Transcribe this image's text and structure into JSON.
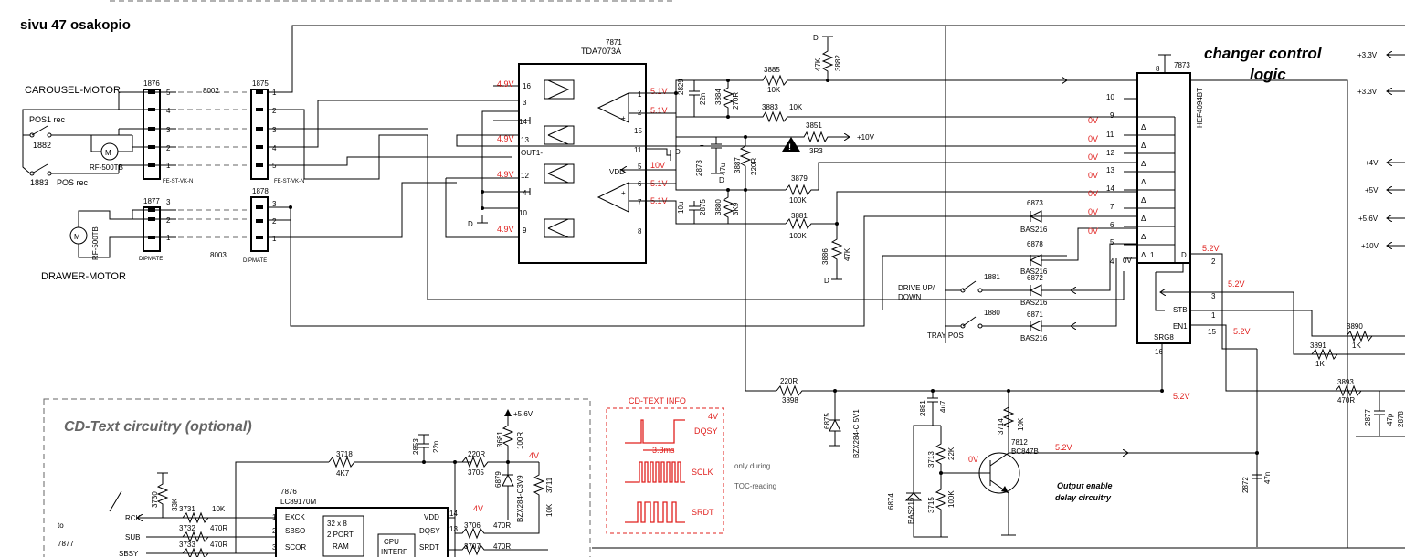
{
  "page_title": "sivu 47 osakopio",
  "labels": {
    "carousel_motor": "CAROUSEL-MOTOR",
    "drawer_motor": "DRAWER-MOTOR",
    "pos1_rec": "POS1 rec",
    "pos_rec": "POS rec",
    "changer_control": "changer control",
    "logic": "logic",
    "cd_text_circuitry": "CD-Text circuitry  (optional)",
    "drive_updown_1": "DRIVE UP/",
    "drive_updown_2": "DOWN",
    "tray_pos": "TRAY POS",
    "output_enable_1": "Output enable",
    "output_enable_2": "delay circuitry",
    "cd_text_info": "CD-TEXT INFO",
    "only_during": "only during",
    "toc_reading": "TOC-reading",
    "to": "to",
    "to_ref": "7877"
  },
  "ics": {
    "tda_ref": "7871",
    "tda_name": "TDA7073A",
    "hef_ref": "7873",
    "hef_name": "HEF4094BT",
    "srg8": "SRG8",
    "lc_ref": "7876",
    "lc_name": "LC89170M",
    "lc_ram_1": "32 x 8",
    "lc_ram_2": "2 PORT",
    "lc_ram_3": "RAM",
    "lc_cpu_1": "CPU",
    "lc_cpu_2": "INTERF",
    "transistor_ref": "7812",
    "transistor_name": "BC847B"
  },
  "tda_pins_left": [
    "16",
    "3",
    "14",
    "13",
    "12",
    "4",
    "10",
    "9"
  ],
  "tda_pins_right": [
    "1",
    "2",
    "15",
    "11",
    "5",
    "6",
    "7",
    "8"
  ],
  "tda_pin_texts": {
    "out1": "OUT1-",
    "vdd": "VDD",
    "d": "D"
  },
  "hef_pins_left": [
    "10",
    "9",
    "11",
    "12",
    "13",
    "14",
    "7",
    "6",
    "5",
    "4"
  ],
  "hef_pins_right": [
    "2",
    "3",
    "1",
    "15",
    "16",
    "8"
  ],
  "hef_pin_texts": {
    "zero_v": "0V",
    "one": "1",
    "d": "D",
    "stb": "STB",
    "en1": "EN1"
  },
  "connectors": [
    {
      "ref": "1876",
      "pins": [
        "5",
        "4",
        "3",
        "2",
        "1"
      ],
      "type": "FE-ST-VK-N"
    },
    {
      "ref": "1875",
      "pins": [
        "1",
        "2",
        "3",
        "4",
        "5"
      ],
      "type": "FE-ST-VK-N"
    },
    {
      "ref": "1877",
      "pins": [
        "3",
        "2",
        "1"
      ],
      "type": "DIPMATE"
    },
    {
      "ref": "1878",
      "pins": [
        "3",
        "2",
        "1"
      ],
      "type": "DIPMATE"
    }
  ],
  "motors": {
    "carousel": "RF-500TB",
    "drawer": "RF-500TB",
    "symbol": "M"
  },
  "switches": {
    "s1882": "1882",
    "s1883": "1883",
    "s1881": "1881",
    "s1880": "1880"
  },
  "connections": {
    "c8002": "8002",
    "c8003": "8003"
  },
  "components": {
    "r3885_ref": "3885",
    "r3885_val": "10K",
    "r3883_ref": "3883",
    "r3883_val": "10K",
    "r3851_ref": "3851",
    "r3851_val": "3R3",
    "r3879_ref": "3879",
    "r3879_val": "100K",
    "r3881_ref": "3881",
    "r3881_val": "100K",
    "r3882_ref": "3882",
    "r3882_val": "47K",
    "r3884_ref": "3884",
    "r3884_val": "270R",
    "c2829_ref": "2829",
    "c2829_val": "22n",
    "r3887_ref": "3887",
    "r3887_val": "220R",
    "c2873_ref": "2873",
    "c2873_val": "47u",
    "c2875_ref": "2875",
    "c2875_val": "10u",
    "r3880_ref": "3880",
    "r3880_val": "3K9",
    "r3886_ref": "3886",
    "r3886_val": "47K",
    "d6873_ref": "6873",
    "d6873_val": "BAS216",
    "d6878_ref": "6878",
    "d6878_val": "BAS216",
    "d6872_ref": "6872",
    "d6872_val": "BAS216",
    "d6871_ref": "6871",
    "d6871_val": "BAS216",
    "r3898_ref": "3898",
    "r3898_val": "220R",
    "d6875_ref": "6875",
    "d6875_val": "BZX284-C 5V1",
    "c2881_ref": "2881",
    "c2881_val": "4u7",
    "r3714_ref": "3714",
    "r3714_val": "10K",
    "r3713_ref": "3713",
    "r3713_val": "22K",
    "r3715_ref": "3715",
    "r3715_val": "100K",
    "d6874_ref": "6874",
    "d6874_val": "BAS216",
    "r3890_ref": "3890",
    "r3890_val": "1K",
    "r3891_ref": "3891",
    "r3891_val": "1K",
    "r3893_ref": "3893",
    "r3893_val": "470R",
    "c2877_ref": "2877",
    "c2877_val": "47p",
    "c2878_ref": "2878",
    "c2872_ref": "2872",
    "c2872_val": "47n",
    "r3718_ref": "3718",
    "r3718_val": "4K7",
    "c2853_ref": "2853",
    "c2853_val": "22n",
    "r3705_ref": "3705",
    "r3705_val": "220R",
    "r3681_ref": "3681",
    "r3681_val": "100R",
    "d6879_ref": "6879",
    "d6879_val": "BZX284-C3V9",
    "r3711_ref": "3711",
    "r3711_val": "10K",
    "r3730_ref": "3730",
    "r3730_val": "33K",
    "r3731_ref": "3731",
    "r3731_val": "10K",
    "r3732_ref": "3732",
    "r3732_val": "470R",
    "r3733_ref": "3733",
    "r3733_val": "470R",
    "r3706_ref": "3706",
    "r3706_val": "470R",
    "r3707_ref": "3707",
    "r3707_val": "470R"
  },
  "voltages": {
    "tda_left": [
      "4.9V",
      "4.9V",
      "4.9V",
      "4.9V"
    ],
    "tda_right": [
      "5.1V",
      "5.1V",
      "10V",
      "5.1V",
      "5.1V"
    ],
    "hef_inputs": [
      "0V",
      "0V",
      "0V",
      "0V",
      "0V",
      "0V",
      "0V"
    ],
    "q_base": "0V",
    "v5_2": "5.2V",
    "v4": "4V"
  },
  "supplies": {
    "p10v": "+10V",
    "p3v3a": "+3.3V",
    "p3v3b": "+3.3V",
    "p4v": "+4V",
    "p5v": "+5V",
    "p5v6": "+5.6V",
    "p10v_right": "+10V",
    "p5v6_cd": "+5.6V"
  },
  "signals": {
    "d": "D",
    "rck": "RCK",
    "sub": "SUB",
    "sbsy": "SBSY",
    "exck": "EXCK",
    "sbso": "SBSO",
    "scor": "SCOR",
    "vdd": "VDD",
    "dqsy": "DQSY",
    "srdt": "SRDT",
    "pin1": "1",
    "pin2": "2",
    "pin3": "3",
    "pin13": "13",
    "pin14": "14"
  },
  "cd_text_waves": {
    "dqsy": "DQSY",
    "sclk": "SCLK",
    "srdt": "SRDT",
    "dqsy_v": "4V",
    "period": "3.3ms"
  }
}
